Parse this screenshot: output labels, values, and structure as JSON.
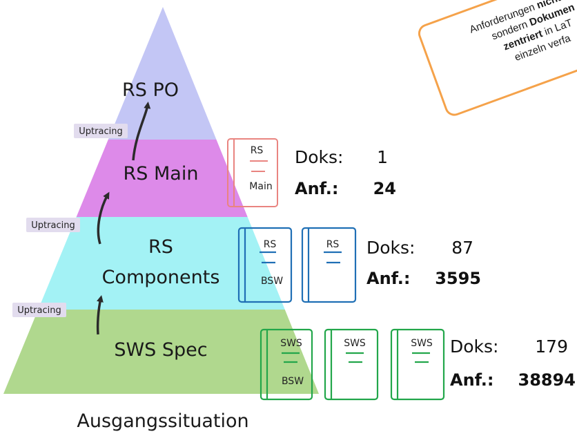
{
  "pyramid": {
    "levels": [
      {
        "id": "rs-po",
        "label_lines": [
          "RS PO"
        ],
        "color": "#c3c6f5"
      },
      {
        "id": "rs-main",
        "label_lines": [
          "RS Main"
        ],
        "color": "#dd8ae9"
      },
      {
        "id": "rs-components",
        "label_lines": [
          "RS",
          "Components"
        ],
        "color": "#a3f2f5"
      },
      {
        "id": "sws-spec",
        "label_lines": [
          "SWS Spec"
        ],
        "color": "#b0d88e"
      }
    ],
    "uptracing_label": "Uptracing"
  },
  "groups": [
    {
      "id": "rs-main",
      "color": "#e98480",
      "docs": [
        {
          "top": "RS",
          "bottom": "Main"
        }
      ],
      "doks_label": "Doks:",
      "doks_value": "1",
      "anf_label": "Anf.:",
      "anf_value": "24"
    },
    {
      "id": "rs-components",
      "color": "#1f6fb5",
      "docs": [
        {
          "top": "RS",
          "bottom": "BSW"
        },
        {
          "top": "RS",
          "bottom": ""
        }
      ],
      "doks_label": "Doks:",
      "doks_value": "87",
      "anf_label": "Anf.:",
      "anf_value": "3595"
    },
    {
      "id": "sws-spec",
      "color": "#22a64a",
      "docs": [
        {
          "top": "SWS",
          "bottom": "BSW"
        },
        {
          "top": "SWS",
          "bottom": ""
        },
        {
          "top": "SWS",
          "bottom": ""
        }
      ],
      "doks_label": "Doks:",
      "doks_value": "179",
      "anf_label": "Anf.:",
      "anf_value": "38894"
    }
  ],
  "caption": "Ausgangssituation",
  "note": {
    "line1_a": "Anforderungen ",
    "line1_b": "nicht in Da",
    "line2_a": "sondern ",
    "line2_b": "Dokumen",
    "line3_b": "zentriert",
    "line3_a": " in LaT",
    "line4": "einzeln verfa",
    "border_color": "#f5a24a"
  }
}
